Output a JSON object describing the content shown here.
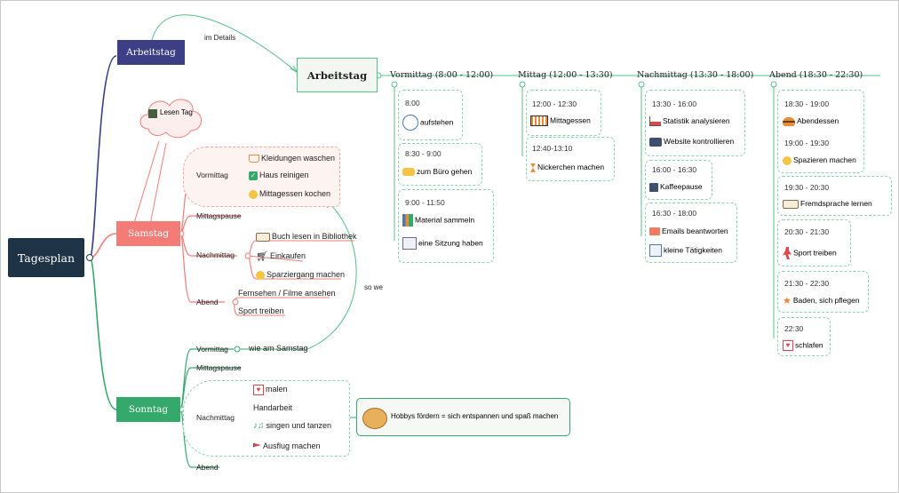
{
  "title": "Tagesplan",
  "branches": {
    "arbeitstag": "Arbeitstag",
    "samstag": "Samstag",
    "sonntag": "Sonntag"
  },
  "callouts": {
    "im_details": "im Details",
    "lesen_tag": "Lesen Tag",
    "so_we": "so we",
    "hobbys": "Hobbys fördern = sich entspannen und spaß machen"
  },
  "arbeitstag_detail": {
    "title": "Arbeitstag",
    "columns": [
      {
        "label": "Vormittag (8:00 - 12:00)",
        "items": [
          {
            "time": "8:00",
            "text": "aufstehen",
            "icon": "clock-icon"
          },
          {
            "time": "8:30 - 9:00",
            "text": "zum Büro gehen",
            "icon": "car-icon"
          },
          {
            "time": "9:00 - 11:50",
            "text": "Material sammeln",
            "icon": "books-icon"
          },
          {
            "time": "",
            "text": "eine Sitzung haben",
            "icon": "presentation-icon"
          }
        ]
      },
      {
        "label": "Mittag (12:00 - 13:30)",
        "items": [
          {
            "time": "12:00 - 12:30",
            "text": "Mittagessen",
            "icon": "meal-icon"
          },
          {
            "time": "12:40-13:10",
            "text": "Nickerchen machen",
            "icon": "hourglass-icon"
          }
        ]
      },
      {
        "label": "Nachmittag (13:30 - 18:00)",
        "items": [
          {
            "time": "13:30 - 16:00",
            "text": "Statistik analysieren",
            "icon": "chart-icon"
          },
          {
            "time": "",
            "text": "Website kontrollieren",
            "icon": "briefcase-icon"
          },
          {
            "time": "16:00 - 16:30",
            "text": "Kaffeepause",
            "icon": "coffee-icon"
          },
          {
            "time": "16:30 - 18:00",
            "text": "Emails beantworten",
            "icon": "mail-icon"
          },
          {
            "time": "",
            "text": "kleine Tätigkeiten",
            "icon": "notebook-icon"
          }
        ]
      },
      {
        "label": "Abend (18:30 - 22:30)",
        "items": [
          {
            "time": "18:30 - 19:00",
            "text": "Abendessen",
            "icon": "burger-icon"
          },
          {
            "time": "19:00 - 19:30",
            "text": "Spazieren machen",
            "icon": "smiley-icon"
          },
          {
            "time": "19:30 - 20:30",
            "text": "Fremdsprache lernen",
            "icon": "open-book-icon"
          },
          {
            "time": "20:30 - 21:30",
            "text": "Sport treiben",
            "icon": "runner-icon"
          },
          {
            "time": "21:30 - 22:30",
            "text": "Baden, sich pflegen",
            "icon": "star-icon"
          },
          {
            "time": "22:30",
            "text": "schlafen",
            "icon": "heart-icon"
          }
        ]
      }
    ]
  },
  "samstag": {
    "vormittag": {
      "label": "Vormittag",
      "items": [
        {
          "text": "Kleidungen waschen",
          "icon": "basket-icon"
        },
        {
          "text": "Haus reinigen",
          "icon": "check-icon"
        },
        {
          "text": "Mittagessen kochen",
          "icon": "smiley-icon"
        }
      ]
    },
    "mittagspause": "Mittagspause",
    "nachmittag": {
      "label": "Nachmittag",
      "items": [
        {
          "text": "Buch lesen in Bibliothek",
          "icon": "open-book-icon"
        },
        {
          "text": "Einkaufen",
          "icon": "cart-icon"
        },
        {
          "text": "Sparziergang machen",
          "icon": "smiley-icon"
        }
      ]
    },
    "abend": {
      "label": "Abend",
      "items": [
        {
          "text": "Fernsehen / Filme ansehen"
        },
        {
          "text": "Sport treiben"
        }
      ]
    }
  },
  "sonntag": {
    "vormittag": {
      "label": "Vormittag",
      "item": "wie am Samstag"
    },
    "mittagspause": "Mittagspause",
    "nachmittag": {
      "label": "Nachmittag",
      "items": [
        {
          "text": "malen",
          "icon": "heart-icon"
        },
        {
          "text": "Handarbeit",
          "icon": ""
        },
        {
          "text": "singen und tanzen",
          "icon": "music-icon"
        },
        {
          "text": "Ausflug machen",
          "icon": "flag-icon"
        }
      ]
    },
    "abend": "Abend"
  },
  "colors": {
    "navy": "#1e3346",
    "purple": "#3d3f86",
    "salmon": "#f37c77",
    "green": "#35a96b",
    "detail_green": "#55c08a"
  }
}
